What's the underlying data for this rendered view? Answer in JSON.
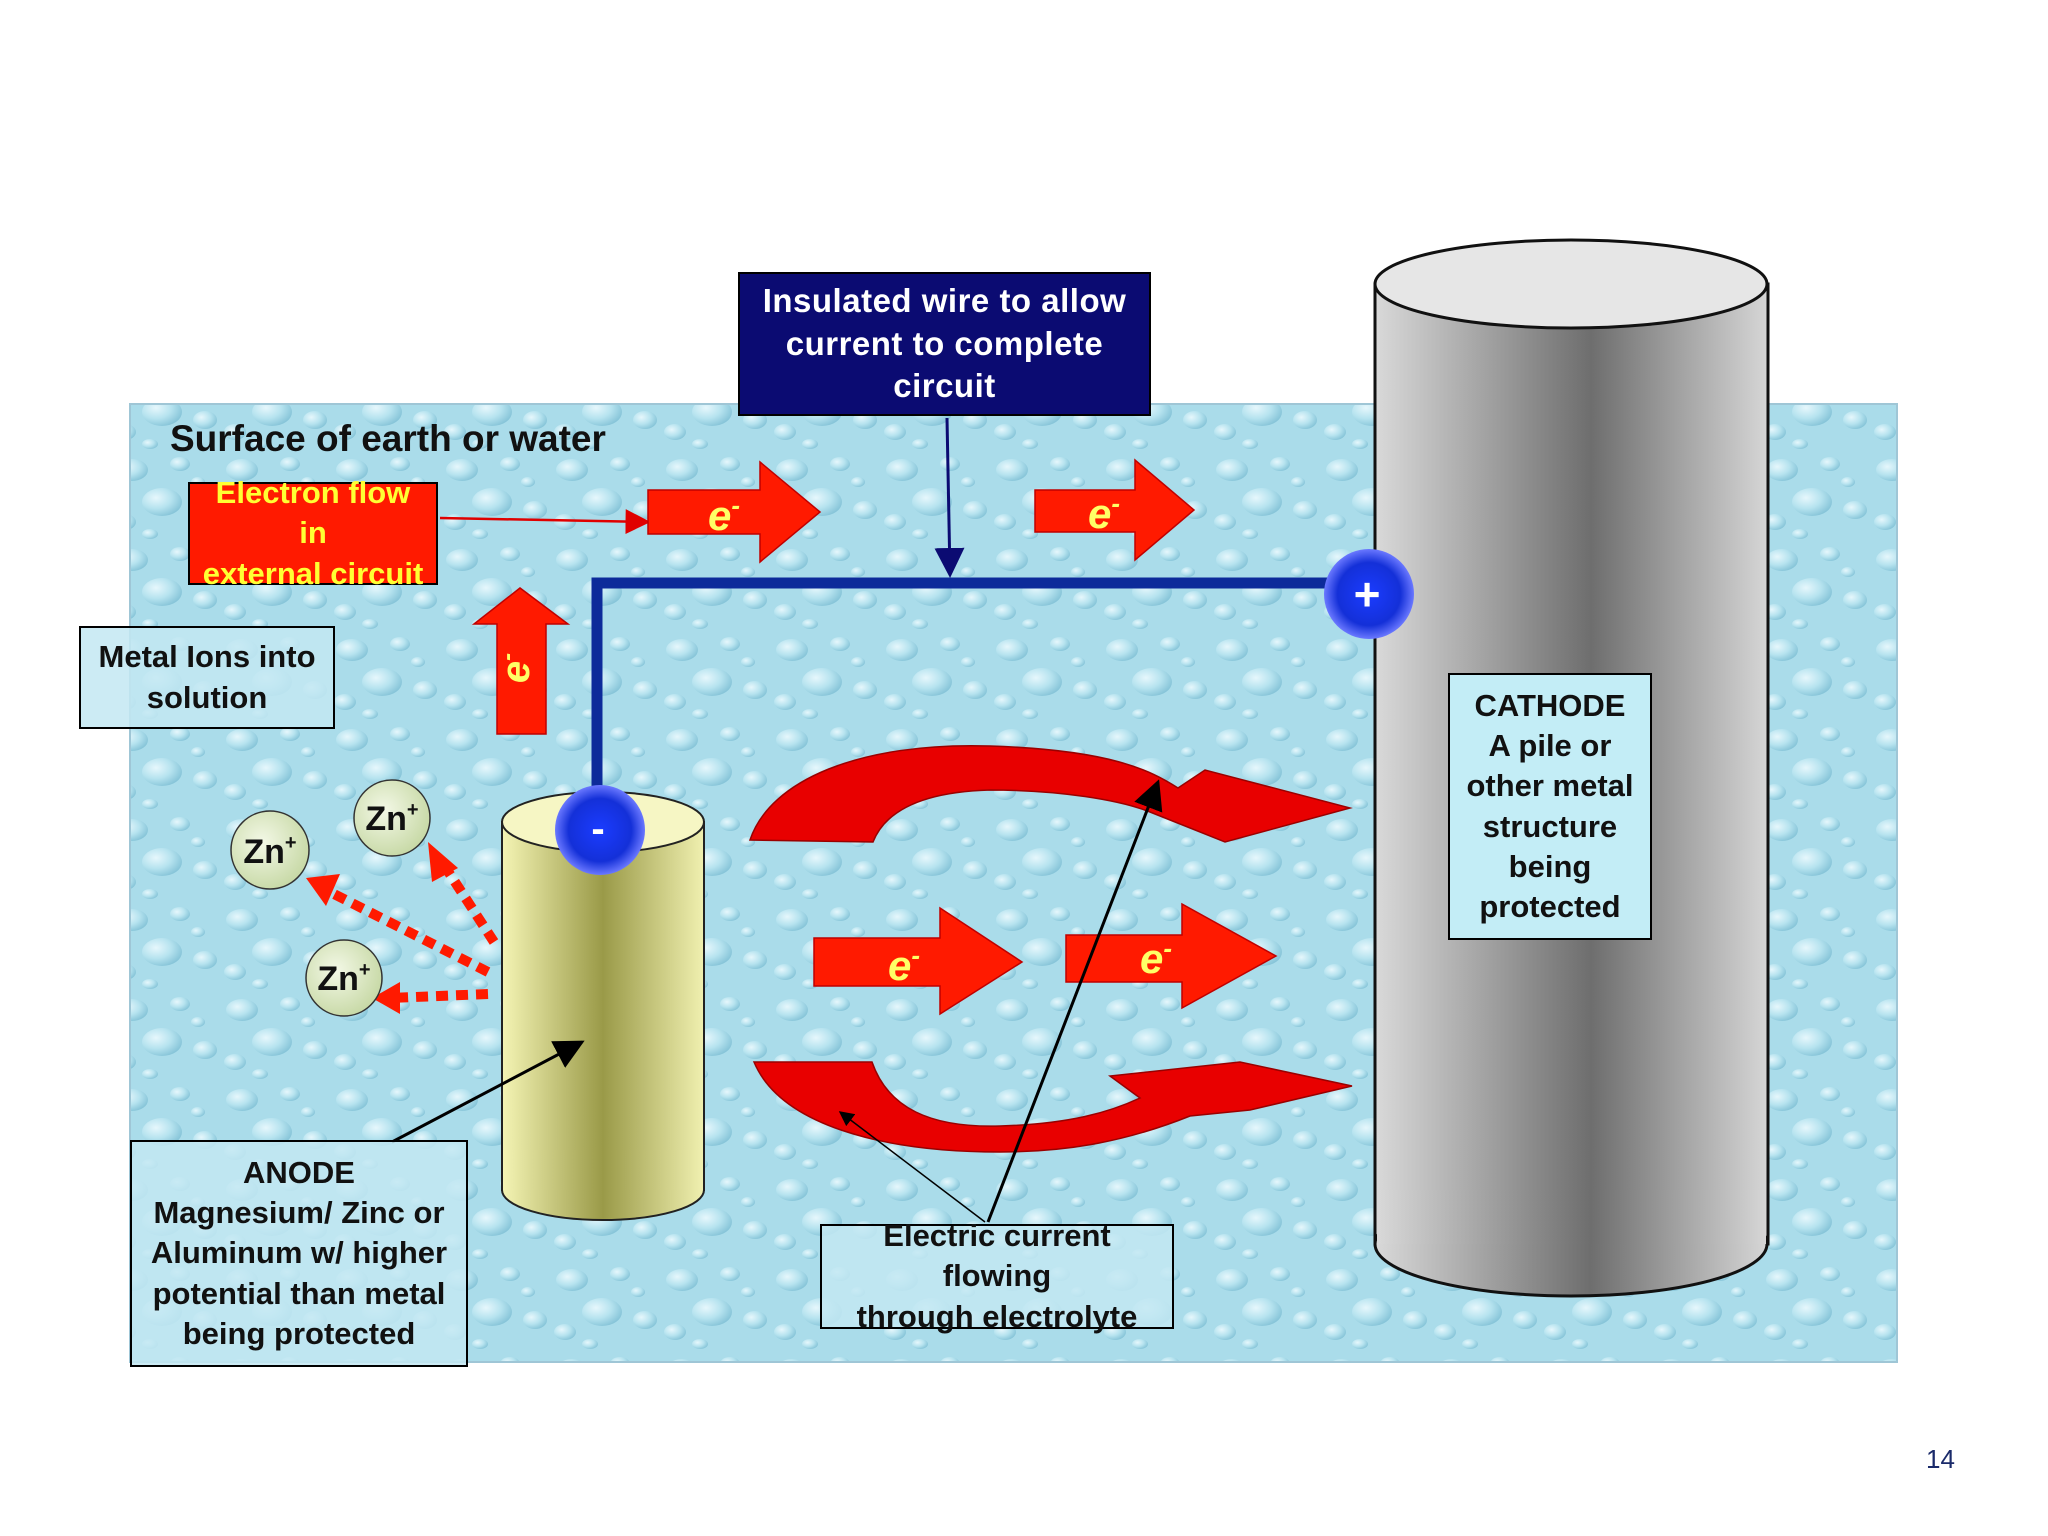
{
  "surface_label": "Surface of earth or water",
  "wire_label": "Insulated wire to allow\ncurrent to complete\ncircuit",
  "electron_flow_label": "Electron flow in\nexternal circuit",
  "metal_ions_label": "Metal Ions into\nsolution",
  "anode_label": "ANODE\nMagnesium/ Zinc or\nAluminum w/ higher\npotential than metal\nbeing protected",
  "cathode_label": "CATHODE\nA pile or\nother metal\nstructure\nbeing\nprotected",
  "current_label": "Electric current flowing\nthrough electrolyte",
  "electron": {
    "base": "e",
    "sup": "-"
  },
  "ion": {
    "base": "Zn",
    "sup": "+"
  },
  "terminal_negative": "-",
  "terminal_positive": "+",
  "page_number": "14",
  "colors": {
    "water": "#a9dcea",
    "arrow_red": "#ff1a00",
    "dark_red": "#b30000",
    "wire_blue": "#0d2b9a",
    "label_navy": "#0b0b72",
    "anode_yellow": "#eaea98",
    "cathode_gray": "#a8a8a8",
    "ion_green": "#dbe8c2",
    "electron_text": "#ffff66"
  }
}
